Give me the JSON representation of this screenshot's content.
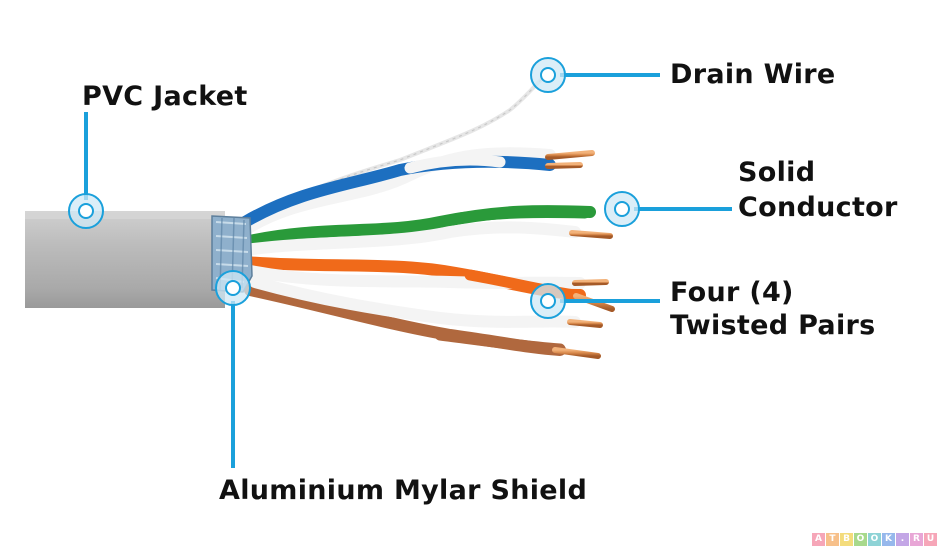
{
  "labels": {
    "pvc_jacket": "PVC Jacket",
    "drain_wire": "Drain Wire",
    "solid_conductor_line1": "Solid",
    "solid_conductor_line2": "Conductor",
    "twisted_pairs_line1": "Four (4)",
    "twisted_pairs_line2": "Twisted Pairs",
    "shield": "Aluminium Mylar Shield"
  },
  "watermark": {
    "text": "ATBOOK.RU",
    "letters": [
      "A",
      "T",
      "B",
      "O",
      "O",
      "K",
      ".",
      "R",
      "U"
    ]
  },
  "colors": {
    "callout": "#1aa0db",
    "jacket": "#b5b5b5",
    "blue_wire": "#1d6fc0",
    "green_wire": "#2a9a3a",
    "orange_wire": "#f06a1a",
    "brown_wire": "#b0683e",
    "copper": "#d8884a",
    "shield": "#7fa6c4"
  }
}
